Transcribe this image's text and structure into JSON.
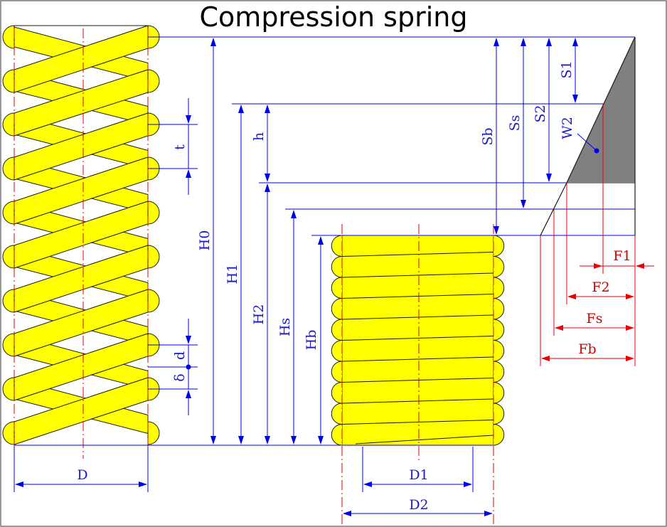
{
  "title": "Compression spring",
  "colors": {
    "spring_fill": "#ffff00",
    "spring_stroke": "#1a1a1a",
    "dimension_blue": "#0000ee",
    "force_red": "#ee0000",
    "centerline_red": "#dd0000",
    "work_gray": "#808080"
  },
  "labels": {
    "H0": "H0",
    "H1": "H1",
    "H2": "H2",
    "Hs": "Hs",
    "Hb": "Hb",
    "h": "h",
    "t": "t",
    "d": "d",
    "delta": "δ",
    "D": "D",
    "D1": "D1",
    "D2": "D2",
    "Sb": "Sb",
    "Ss": "Ss",
    "S2": "S2",
    "S1": "S1",
    "W2": "W2",
    "F1": "F1",
    "F2": "F2",
    "Fs": "Fs",
    "Fb": "Fb"
  }
}
